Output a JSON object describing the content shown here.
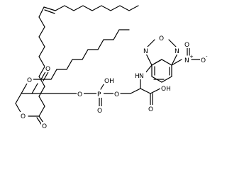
{
  "diagram": {
    "type": "chemical-structure",
    "line_color": "#000000",
    "background": "#ffffff",
    "atom_labels": {
      "fa_ester1_O_ring": "O",
      "fa_ester1_O_carbonyl": "O",
      "fa_ester2_O_ring": "O",
      "fa_ester2_O_carbonyl": "O",
      "phosphate_P": "P",
      "phosphate_OH": "OH",
      "phosphate_O_double": "O",
      "phosphate_O_glycerol": "O",
      "phosphate_O_serine": "O",
      "amine_H": "H",
      "amine_N": "N",
      "acid_OH": "OH",
      "acid_O": "O",
      "nbd_N_top_left": "N",
      "nbd_O": "O",
      "nbd_N_top_right": "N",
      "nitro_N": "N",
      "nitro_plus": "+",
      "nitro_O_upper": "O",
      "nitro_O_right": "O",
      "nitro_minus": "-"
    }
  }
}
